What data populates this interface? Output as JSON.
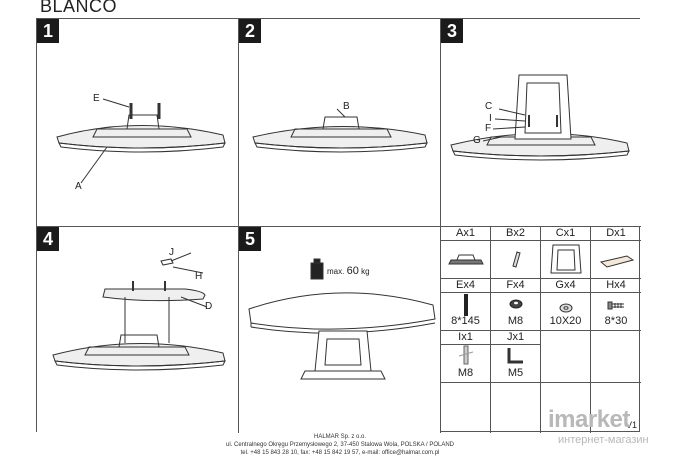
{
  "header": {
    "title": "BLANCO"
  },
  "steps": [
    {
      "number": "1",
      "labels": {
        "e": "E",
        "a": "A"
      }
    },
    {
      "number": "2",
      "labels": {
        "b": "B"
      }
    },
    {
      "number": "3",
      "labels": {
        "c": "C",
        "i": "I",
        "f": "F",
        "g": "G"
      }
    },
    {
      "number": "4",
      "labels": {
        "j": "J",
        "h": "H",
        "d": "D"
      }
    },
    {
      "number": "5",
      "weight": {
        "prefix": "max.",
        "value": "60",
        "unit": "kg"
      }
    }
  ],
  "parts": [
    {
      "code": "Ax1",
      "qty": "",
      "icon": "extension-mechanism-icon"
    },
    {
      "code": "Bx2",
      "qty": "",
      "icon": "bracket-icon"
    },
    {
      "code": "Cx1",
      "qty": "",
      "icon": "frame-icon"
    },
    {
      "code": "Dx1",
      "qty": "",
      "icon": "board-icon"
    },
    {
      "code": "Ex4",
      "qty": "8*145",
      "icon": "long-bolt-icon"
    },
    {
      "code": "Fx4",
      "qty": "M8",
      "icon": "nut-icon"
    },
    {
      "code": "Gx4",
      "qty": "10X20",
      "icon": "washer-icon"
    },
    {
      "code": "Hx4",
      "qty": "8*30",
      "icon": "screw-icon"
    },
    {
      "code": "Ix1",
      "qty": "M8",
      "icon": "wrench-icon"
    },
    {
      "code": "Jx1",
      "qty": "M5",
      "icon": "allen-key-icon"
    }
  ],
  "footer": {
    "company": "HALMAR Sp. z o.o.",
    "address": "ul. Centralnego Okręgu Przemysłowego 2, 37-450 Stalowa Wola, POLSKA / POLAND",
    "contact": "tel. +48 15 843 28 10, fax: +48 15 842 19 57, e-mail: office@halmar.com.pl",
    "version": "V1"
  },
  "watermark": {
    "main": "imarket",
    "sub": "интернет-магазин"
  }
}
